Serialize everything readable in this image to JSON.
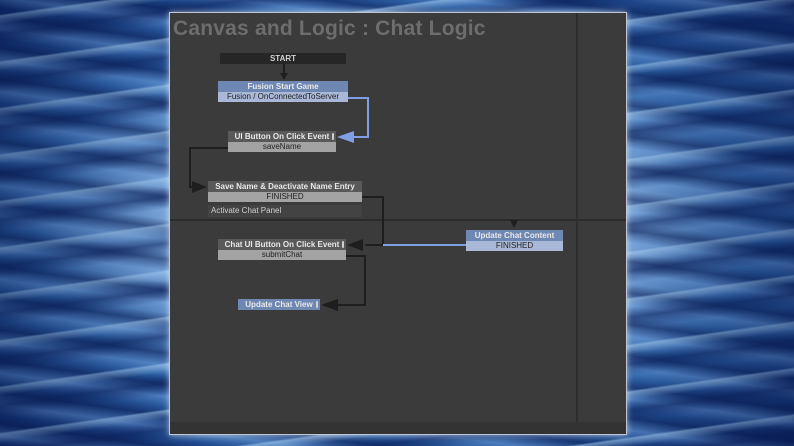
{
  "panel": {
    "title": "Canvas and Logic : Chat Logic"
  },
  "colors": {
    "panel_bg": "#3b3b3b",
    "node_gray_header": "#595959",
    "node_gray_event": "#a3a3a3",
    "node_blue_header": "#6f87b3",
    "node_blue_event": "#a9b8d6",
    "wire_blue": "#7f9fe6",
    "wire_dark": "#1e1e1e"
  },
  "nodes": {
    "start": {
      "label": "START"
    },
    "fusion_start_game": {
      "title": "Fusion Start Game",
      "event": "Fusion / OnConnectedToServer"
    },
    "ui_button_click": {
      "title": "UI Button On Click Event",
      "event": "saveName"
    },
    "save_name": {
      "title": "Save Name & Deactivate Name Entry",
      "event": "FINISHED",
      "action": "Activate Chat Panel"
    },
    "chat_ui_button_click": {
      "title": "Chat UI Button On Click Event",
      "event": "submitChat"
    },
    "update_chat_view": {
      "title": "Update Chat View"
    },
    "update_chat_content": {
      "title": "Update Chat Content",
      "event": "FINISHED"
    }
  }
}
